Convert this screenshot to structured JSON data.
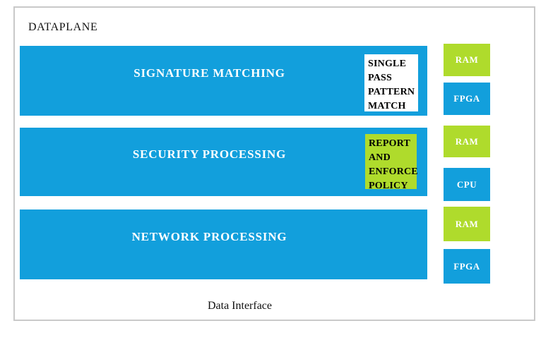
{
  "colors": {
    "blue": "#129FDC",
    "green": "#AFDB2C",
    "frame_border": "#C9C9C9",
    "text_dark": "#111111",
    "text_light": "#FFFFFF"
  },
  "frame": {
    "title": "DATAPLANE",
    "footer_label": "Data Interface"
  },
  "bars": [
    {
      "label": "SIGNATURE MATCHING",
      "inset": {
        "lines": [
          "SINGLE",
          "PASS",
          "PATTERN",
          "MATCH"
        ],
        "style": "white"
      }
    },
    {
      "label": "SECURITY PROCESSING",
      "inset": {
        "lines": [
          "REPORT",
          "AND",
          "ENFORCE",
          "POLICY"
        ],
        "style": "green"
      }
    },
    {
      "label": "NETWORK PROCESSING"
    }
  ],
  "chips": [
    {
      "label": "RAM",
      "color": "green"
    },
    {
      "label": "FPGA",
      "color": "blue"
    },
    {
      "label": "RAM",
      "color": "green"
    },
    {
      "label": "CPU",
      "color": "blue"
    },
    {
      "label": "RAM",
      "color": "green"
    },
    {
      "label": "FPGA",
      "color": "blue"
    }
  ]
}
